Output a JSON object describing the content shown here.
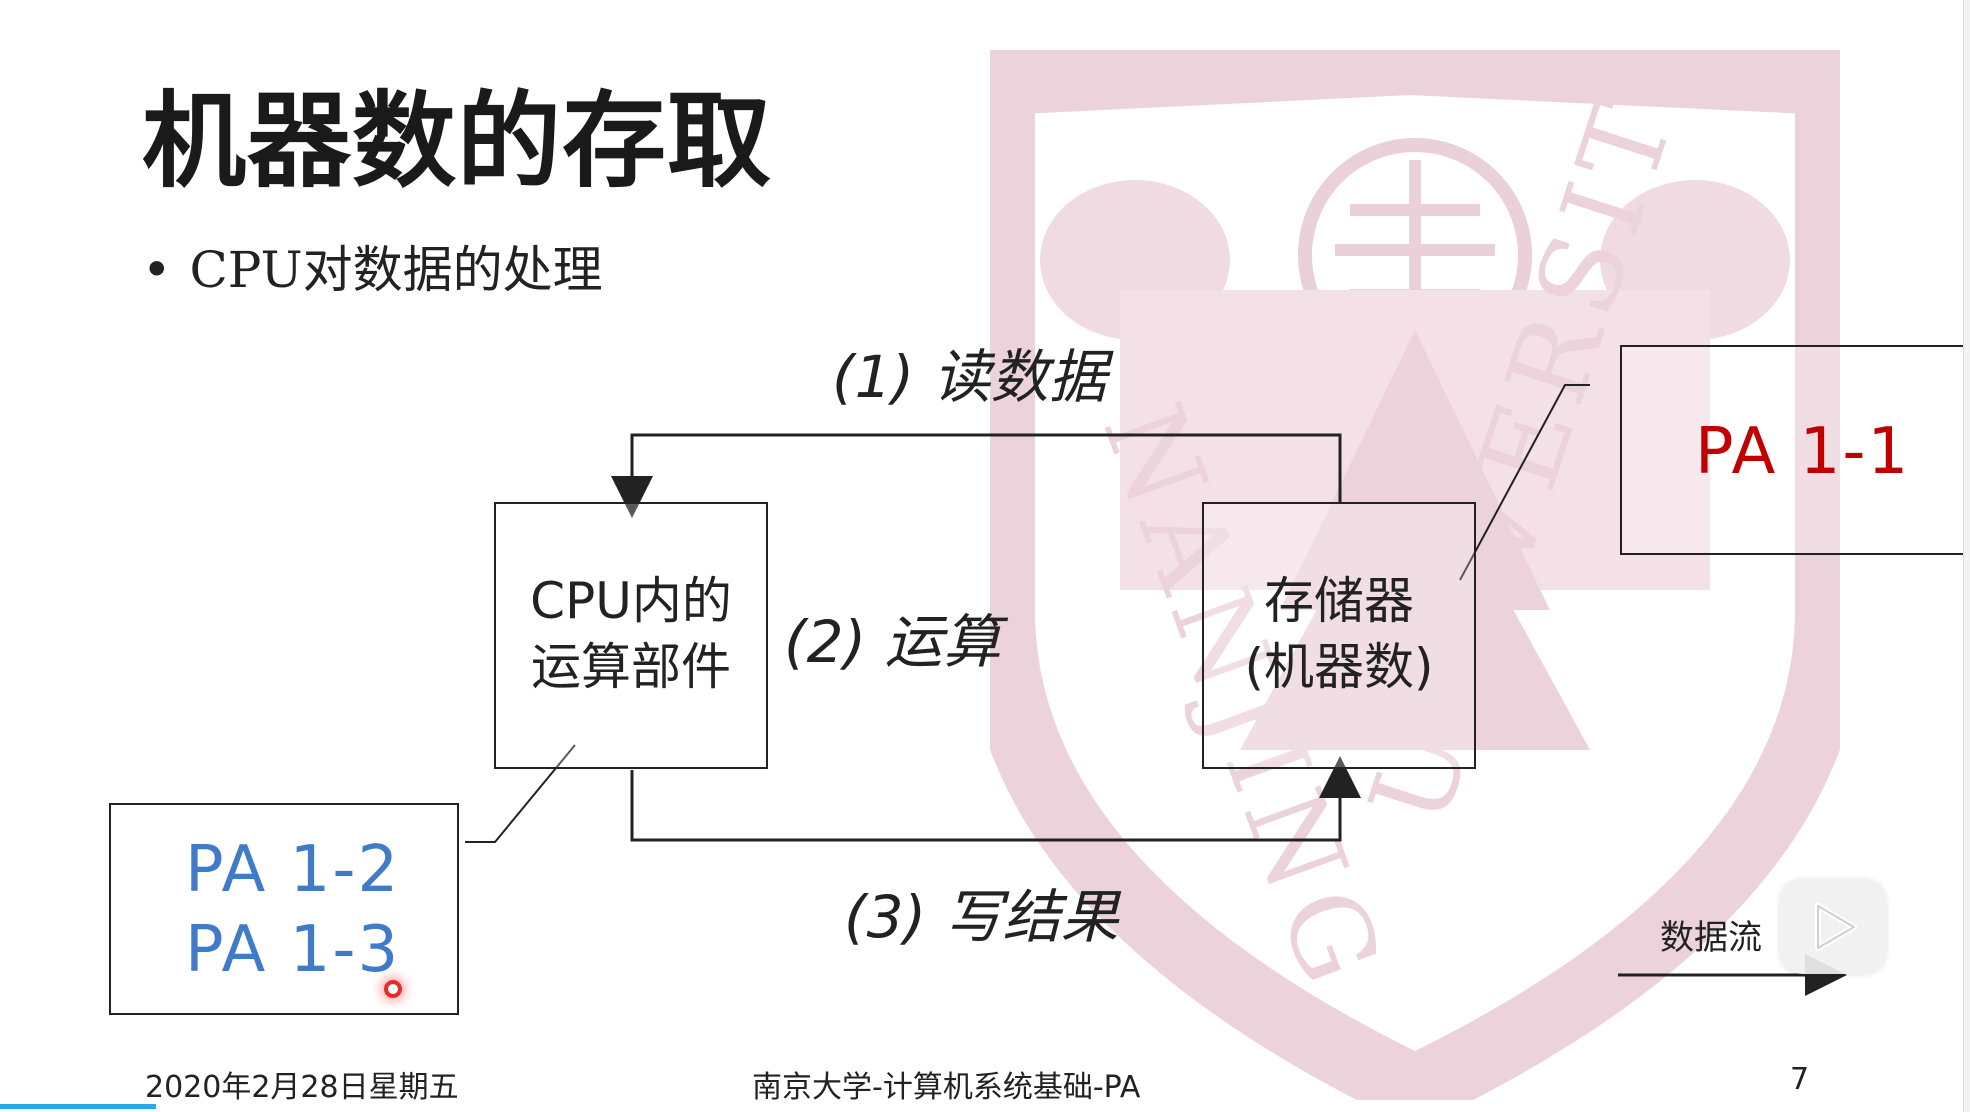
{
  "slide": {
    "title": "机器数的存取",
    "bullet": "CPU对数据的处理",
    "bullet_marker": "•"
  },
  "diagram": {
    "cpu_box": {
      "line1": "CPU内的",
      "line2": "运算部件"
    },
    "memory_box": {
      "line1": "存储器",
      "line2": "(机器数)"
    },
    "step1": "(1) 读数据",
    "step2": "(2) 运算",
    "step3": "(3) 写结果"
  },
  "callouts": {
    "pa_right": "PA 1-1",
    "pa_left_1": "PA 1-2",
    "pa_left_2": "PA 1-3"
  },
  "legend": {
    "label": "数据流"
  },
  "footer": {
    "date": "2020年2月28日星期五",
    "course": "南京大学-计算机系统基础-PA",
    "page_number": "7"
  },
  "player": {
    "play_icon": "play-icon"
  },
  "colors": {
    "pa_right": "#c00000",
    "pa_left": "#3f7bc8",
    "watermark": "#ecd3db",
    "progress": "#2aa7e8"
  }
}
